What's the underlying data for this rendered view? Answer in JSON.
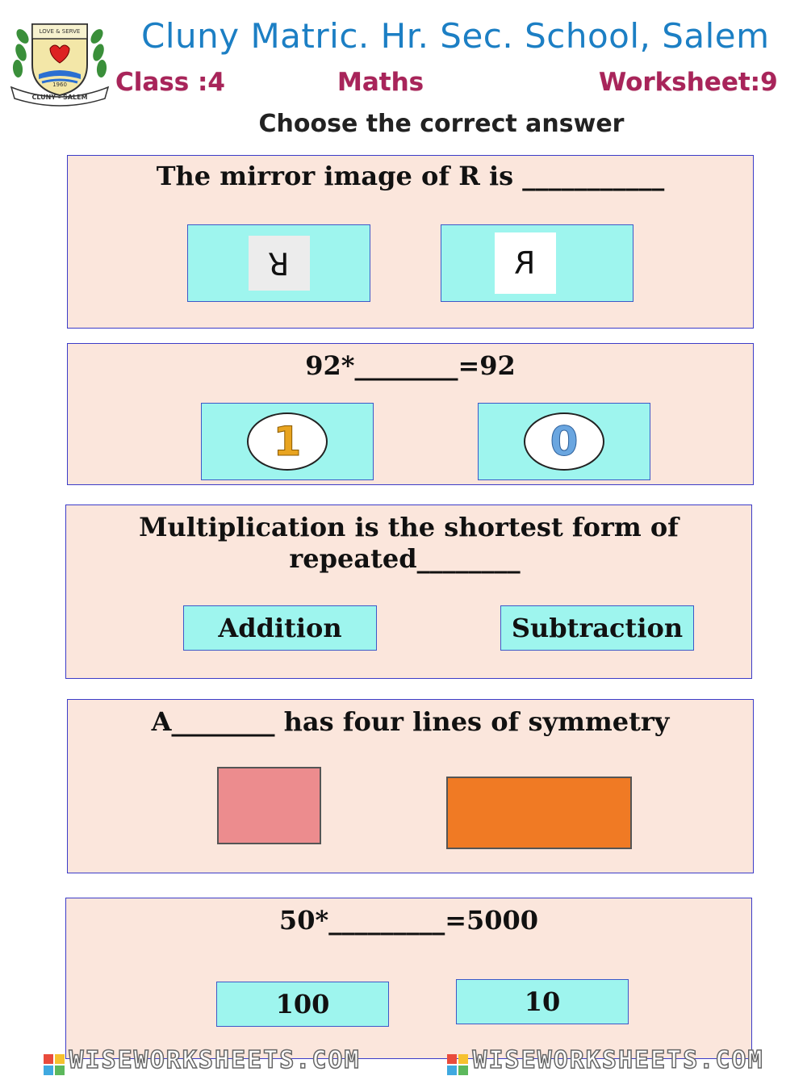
{
  "header": {
    "school": "Cluny Matric. Hr. Sec. School, Salem",
    "class_label": "Class :4",
    "subject": "Maths",
    "worksheet": "Worksheet:9",
    "logo_text": "LOVE & SERVE",
    "logo_year": "1960",
    "logo_ribbon": "CLUNY - SALEM"
  },
  "instruction": "Choose the correct answer",
  "questions": [
    {
      "text": "The mirror image of R is ___________",
      "options": [
        "R",
        "R"
      ]
    },
    {
      "text": "92*________=92",
      "options": [
        "1",
        "0"
      ]
    },
    {
      "line1": "Multiplication is the shortest form of",
      "line2": "repeated________",
      "options": [
        "Addition",
        "Subtraction"
      ]
    },
    {
      "text": "A________ has four lines of symmetry",
      "options": [
        "square",
        "rectangle"
      ]
    },
    {
      "text": "50*_________=5000",
      "options": [
        "100",
        "10"
      ]
    }
  ],
  "colors": {
    "panel": "#fbe6dc",
    "option": "#9ef5ee",
    "square": "#ec8c8e",
    "rectangle": "#f07a24",
    "title": "#1c7fc4",
    "subtitle": "#a8245a"
  },
  "footer": {
    "watermark": "WISEWORKSHEETS.COM"
  }
}
